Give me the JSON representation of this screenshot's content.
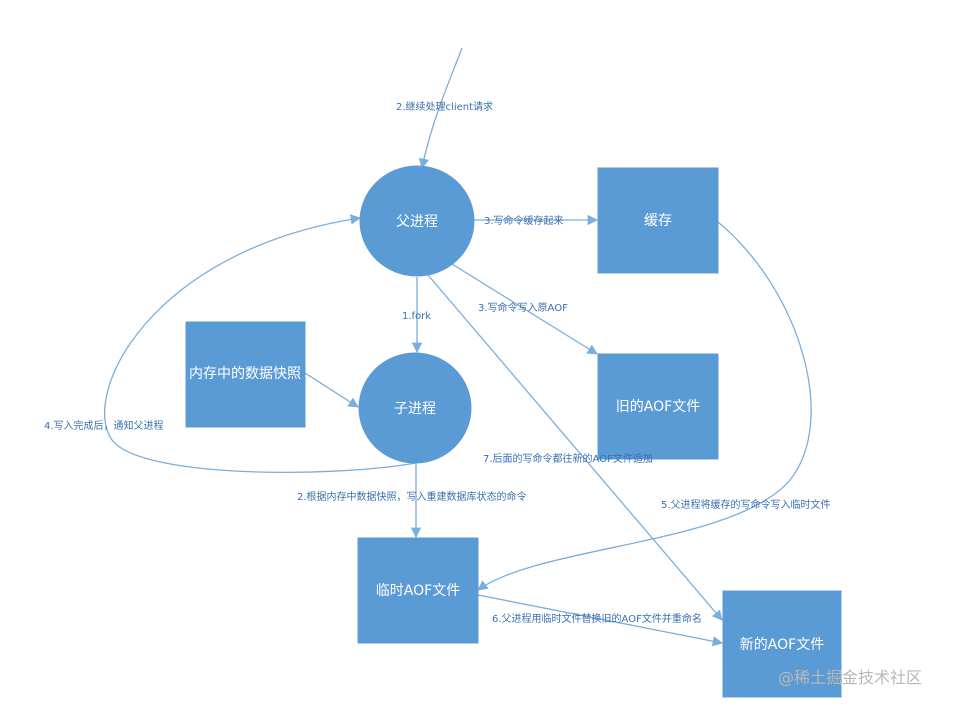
{
  "nodes": {
    "parent": "父进程",
    "child": "子进程",
    "cache": "缓存",
    "snapshot": "内存中的数据快照",
    "old_aof": "旧的AOF文件",
    "temp_aof": "临时AOF文件",
    "new_aof": "新的AOF文件"
  },
  "edges": {
    "continue_client": "2.继续处理client请求",
    "cache_cmd": "3.写命令缓存起来",
    "write_old_aof": "3.写命令写入原AOF",
    "fork": "1.fork",
    "notify_parent": "4.写入完成后，通知父进程",
    "rebuild_cmds": "2.根据内存中数据快照，写入重建数据库状态的命令",
    "later_cmds": "7.后面的写命令都往新的AOF文件追加",
    "cache_to_temp": "5.父进程将缓存的写命令写入临时文件",
    "replace_rename": "6.父进程用临时文件替换旧的AOF文件并重命名"
  },
  "watermark": "@稀土掘金技术社区",
  "colors": {
    "node_fill": "#5b9bd5",
    "edge": "#7aaedc",
    "edge_label": "#3a6fb0"
  }
}
